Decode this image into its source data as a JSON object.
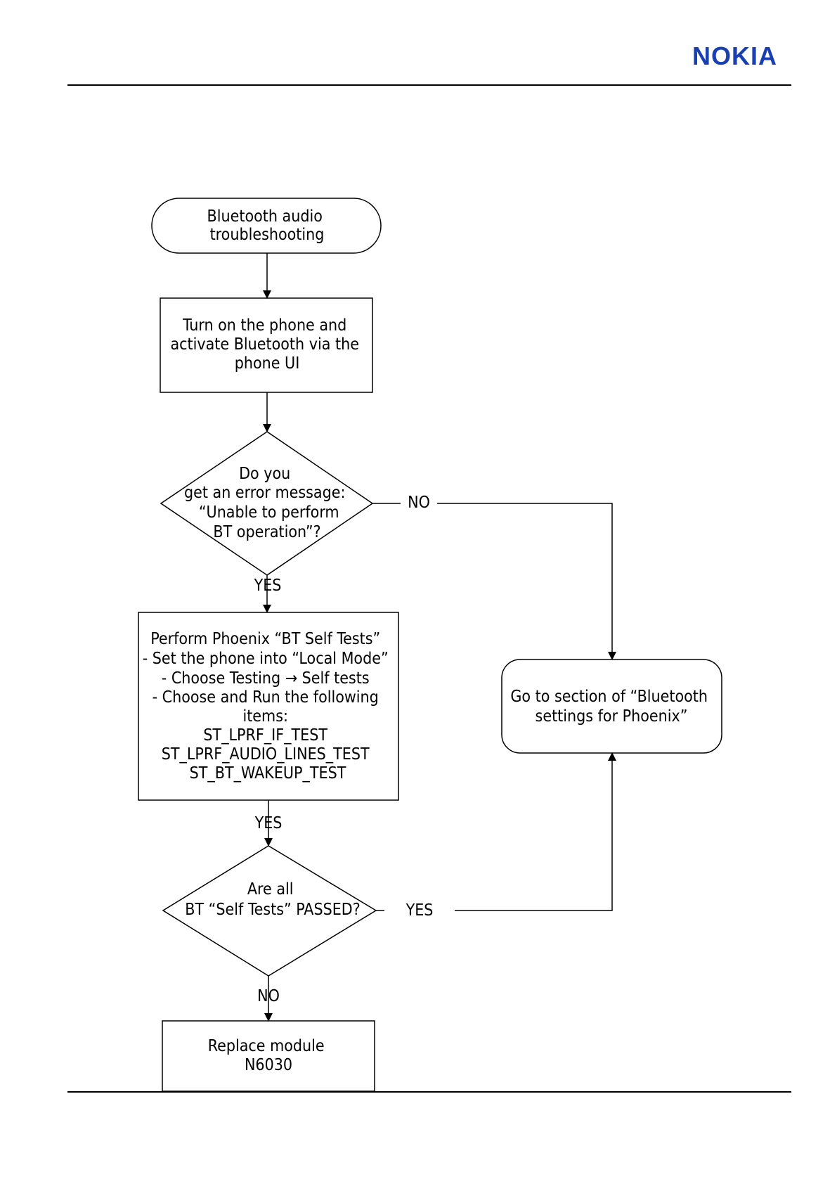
{
  "header": {
    "logo_text": "NOKIA",
    "logo_color": "#1a3fb0"
  },
  "flowchart": {
    "start": {
      "lines": [
        "Bluetooth audio",
        "troubleshooting"
      ]
    },
    "step_turn_on": {
      "lines": [
        "Turn on the phone and",
        "activate Bluetooth via the",
        "phone UI"
      ]
    },
    "decision_error": {
      "lines": [
        "Do you",
        "get an error message:",
        "“Unable to perform",
        "BT operation”?"
      ]
    },
    "step_self_tests": {
      "lines": [
        "Perform Phoenix “BT Self Tests”",
        "- Set the phone into “Local Mode”",
        "- Choose Testing → Self tests",
        "- Choose and Run the following",
        "items:",
        "ST_LPRF_IF_TEST",
        "ST_LPRF_AUDIO_LINES_TEST",
        "ST_BT_WAKEUP_TEST"
      ]
    },
    "decision_passed": {
      "lines": [
        "Are all",
        "BT “Self Tests” PASSED?"
      ]
    },
    "end_replace": {
      "lines": [
        "Replace module",
        "N6030"
      ]
    },
    "end_goto": {
      "lines": [
        "Go to section of “Bluetooth",
        "settings for Phoenix”"
      ]
    },
    "labels": {
      "error_no": "NO",
      "error_yes": "YES",
      "tests_yes": "YES",
      "passed_yes": "YES",
      "passed_no": "NO"
    }
  }
}
